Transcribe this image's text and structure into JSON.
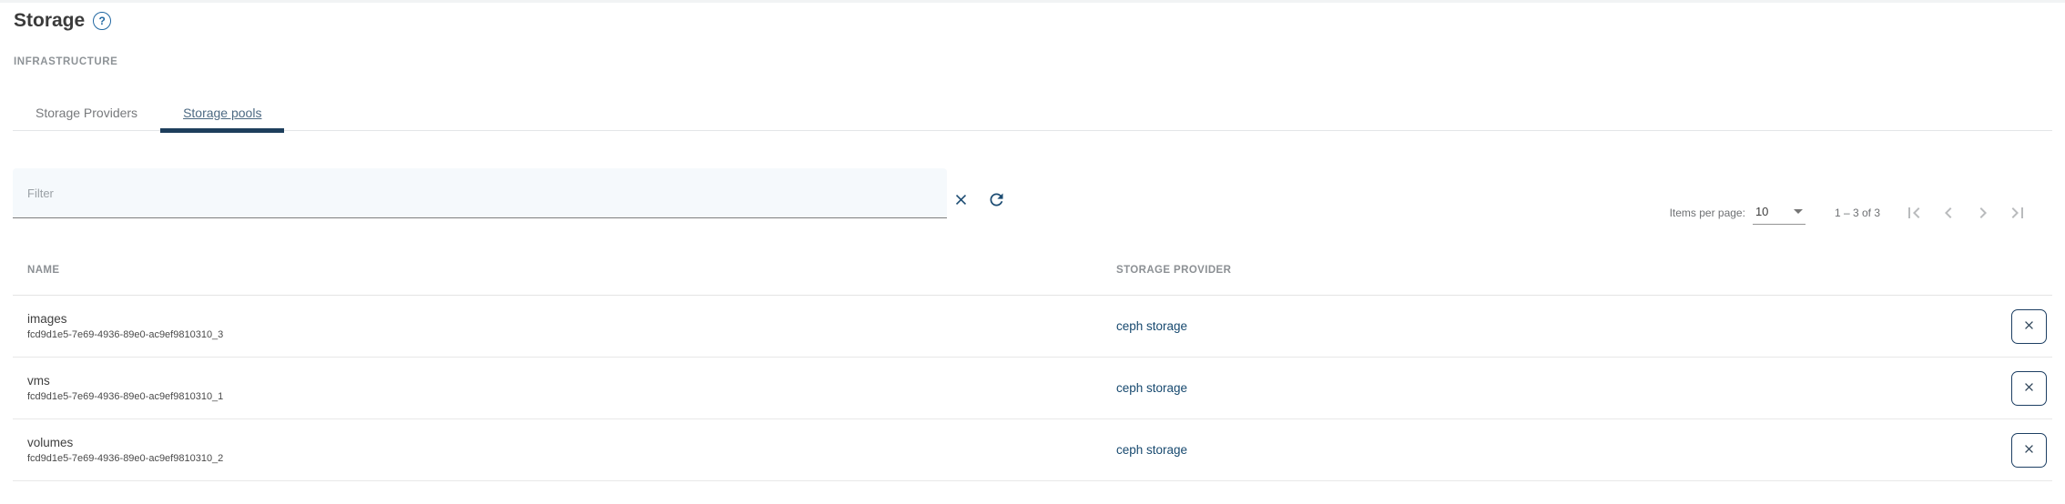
{
  "page": {
    "title": "Storage",
    "help_icon_glyph": "?",
    "section_label": "INFRASTRUCTURE"
  },
  "tabs": [
    {
      "label": "Storage Providers",
      "active": false
    },
    {
      "label": "Storage pools",
      "active": true
    }
  ],
  "filter": {
    "placeholder": "Filter",
    "clear_icon": "clear-x",
    "refresh_icon": "refresh"
  },
  "paginator": {
    "items_per_page_label": "Items per page:",
    "page_size": "10",
    "range_label": "1 – 3 of 3",
    "nav_icons": [
      "first-page",
      "previous-page",
      "next-page",
      "last-page"
    ]
  },
  "table": {
    "columns": [
      "NAME",
      "STORAGE PROVIDER"
    ],
    "rows": [
      {
        "name": "images",
        "id": "fcd9d1e5-7e69-4936-89e0-ac9ef9810310_3",
        "provider": "ceph storage"
      },
      {
        "name": "vms",
        "id": "fcd9d1e5-7e69-4936-89e0-ac9ef9810310_1",
        "provider": "ceph storage"
      },
      {
        "name": "volumes",
        "id": "fcd9d1e5-7e69-4936-89e0-ac9ef9810310_2",
        "provider": "ceph storage"
      }
    ],
    "row_action_icon": "close-x"
  },
  "colors": {
    "primary_navy": "#1d3e5c",
    "icon_blue": "#1b4b72",
    "link_blue": "#17496f",
    "help_blue": "#2268a2",
    "muted_gray": "#8c9094",
    "filter_bg": "#f5f9fc"
  }
}
